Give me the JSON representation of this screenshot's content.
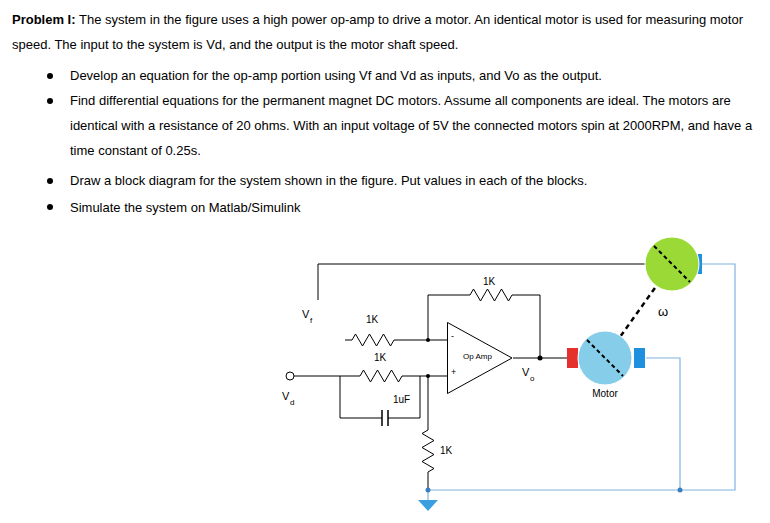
{
  "diagram": {
    "nodes": [
      {
        "text": [
          "Op Amp"
        ]
      },
      {
        "text": [
          "Motor"
        ]
      },
      {
        "text": [
          "ω"
        ]
      }
    ],
    "edges": [
      {
        "from": 0,
        "to": 1,
        "arrow": "none"
      },
      {
        "from": 1,
        "to": 2,
        "arrow": "none"
      }
    ],
    "labels": [
      "Problem I:",
      "The system in the figure uses a high power op-amp to drive a motor. An identical motor is used for measuring motor speed. The input to the system is Vd, and the output is the motor shaft speed.",
      "Develop an equation for the op-amp portion using Vf and Vd as inputs, and Vo as the output.",
      "Find differential equations for the permanent magnet DC motors. Assume all components are ideal. The motors are identical with a resistance of 20 ohms. With an input voltage of 5V the connected motors spin at 2000RPM, and have a time constant of 0.25s.",
      "Draw a block diagram for the system shown in the figure. Put values in each of the blocks.",
      "Simulate the system on Matlab/Simulink",
      "1K",
      "1K",
      "1K",
      "1uF",
      "1K",
      "V",
      "f",
      "V",
      "d",
      "V",
      "o",
      "-",
      "+"
    ]
  }
}
